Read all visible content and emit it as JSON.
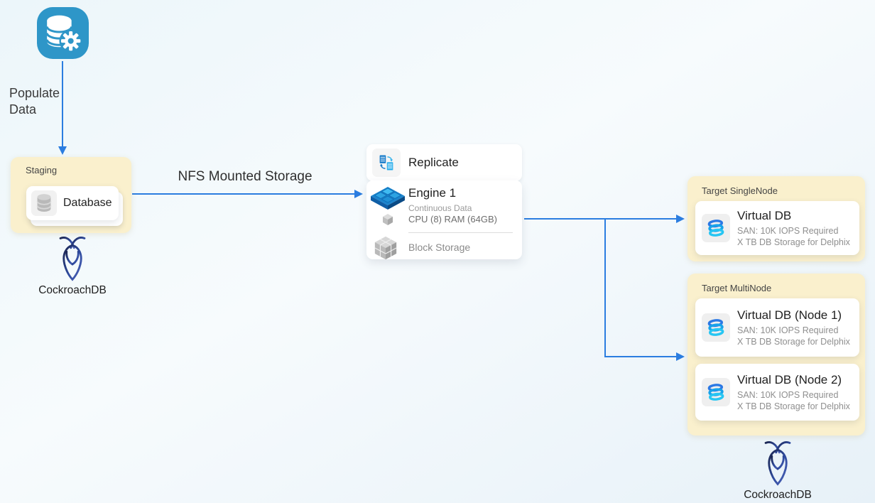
{
  "source": {
    "label": "Populate Data",
    "icon": "database-gear-icon"
  },
  "staging": {
    "title": "Staging",
    "database_label": "Database",
    "database_icon": "database-cylinder-icon",
    "logo_label": "CockroachDB",
    "logo_icon": "cockroachdb-logo-icon"
  },
  "nfs": {
    "label": "NFS Mounted Storage"
  },
  "engine": {
    "replicate_label": "Replicate",
    "replicate_icon": "replicate-sync-icon",
    "title": "Engine 1",
    "subtitle": "Continuous Data",
    "specs": "CPU (8) RAM (64GB)",
    "engine_icon": "engine-cubes-icon",
    "block_storage_label": "Block Storage",
    "block_storage_icon": "block-storage-cubes-icon"
  },
  "targets": {
    "single": {
      "title": "Target SingleNode",
      "nodes": [
        {
          "title": "Virtual DB",
          "san": "SAN: 10K IOPS Required",
          "storage": "X TB DB Storage for Delphix",
          "icon": "virtual-db-cylinder-icon"
        }
      ]
    },
    "multi": {
      "title": "Target MultiNode",
      "nodes": [
        {
          "title": "Virtual DB (Node 1)",
          "san": "SAN: 10K IOPS Required",
          "storage": "X TB DB Storage for Delphix",
          "icon": "virtual-db-cylinder-icon"
        },
        {
          "title": "Virtual DB (Node 2)",
          "san": "SAN: 10K IOPS Required",
          "storage": "X TB DB Storage for Delphix",
          "icon": "virtual-db-cylinder-icon"
        }
      ]
    },
    "logo_label": "CockroachDB",
    "logo_icon": "cockroachdb-logo-icon"
  },
  "colors": {
    "arrow_blue": "#2b7de0",
    "source_icon_bg": "#2e96c8",
    "group_box_bg": "#faf0cd",
    "card_bg": "#ffffff",
    "engine_blue": "#1b84cd",
    "virtual_db_cyan": "#27c6f3",
    "cockroach_navy": "#1b2550",
    "cockroach_indigo": "#4e63b8"
  }
}
